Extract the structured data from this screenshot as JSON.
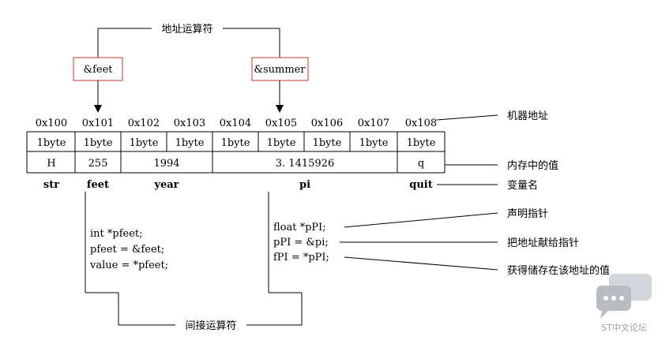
{
  "top_label": "地址运算符",
  "operators": [
    "&feet",
    "&summer"
  ],
  "addresses": [
    "0x100",
    "0x101",
    "0x102",
    "0x103",
    "0x104",
    "0x105",
    "0x106",
    "0x107",
    "0x108"
  ],
  "sizes": [
    "1byte",
    "1byte",
    "1byte",
    "1byte",
    "1byte",
    "1byte",
    "1byte",
    "1byte",
    "1byte"
  ],
  "values": [
    "H",
    "255",
    "1994",
    "3. 1415926",
    "q"
  ],
  "names": [
    "str",
    "feet",
    "year",
    "pi",
    "quit"
  ],
  "right_labels": {
    "machine_address": "机器地址",
    "memory_value": "内存中的值",
    "var_name": "变量名",
    "declare_pointer": "声明指针",
    "assign_address": "把地址献给指针",
    "get_value": "获得储存在该地址的值"
  },
  "left_code": [
    "int *pfeet;",
    "pfeet = &feet;",
    "value = *pfeet;"
  ],
  "right_code": [
    "float *pPI;",
    "pPI = &pi;",
    "fPI = *pPI;"
  ],
  "bottom_label": "间接运算符",
  "watermark": "ST中文论坛"
}
